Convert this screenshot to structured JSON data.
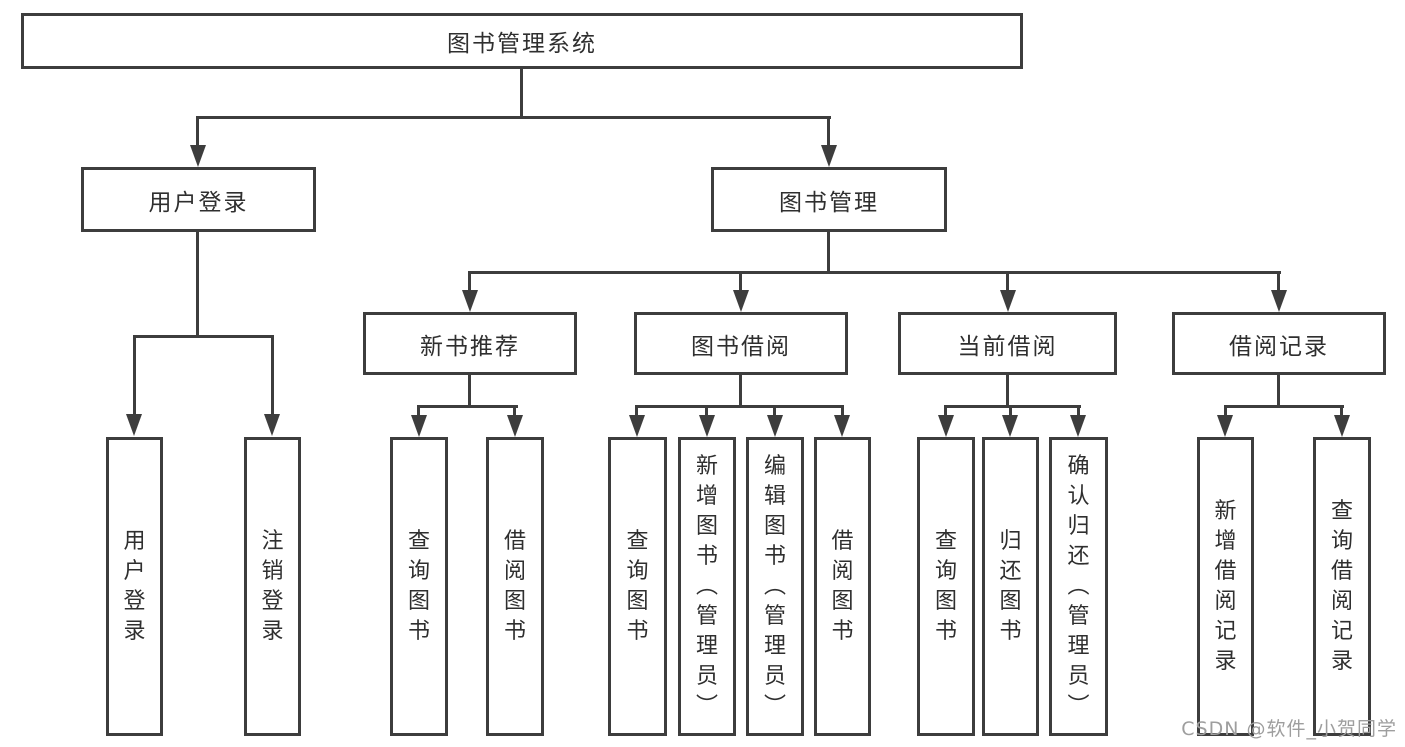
{
  "tree": {
    "root": {
      "label": "图书管理系统",
      "children": [
        {
          "label": "用户登录",
          "children": [
            {
              "label": "用户登录"
            },
            {
              "label": "注销登录"
            }
          ]
        },
        {
          "label": "图书管理",
          "children": [
            {
              "label": "新书推荐",
              "children": [
                {
                  "label": "查询图书"
                },
                {
                  "label": "借阅图书"
                }
              ]
            },
            {
              "label": "图书借阅",
              "children": [
                {
                  "label": "查询图书"
                },
                {
                  "label": "新增图书（管理员）"
                },
                {
                  "label": "编辑图书（管理员）"
                },
                {
                  "label": "借阅图书"
                }
              ]
            },
            {
              "label": "当前借阅",
              "children": [
                {
                  "label": "查询图书"
                },
                {
                  "label": "归还图书"
                },
                {
                  "label": "确认归还（管理员）"
                }
              ]
            },
            {
              "label": "借阅记录",
              "children": [
                {
                  "label": "新增借阅记录"
                },
                {
                  "label": "查询借阅记录"
                }
              ]
            }
          ]
        }
      ]
    }
  },
  "watermark": {
    "text": "CSDN @软件_小贺同学"
  },
  "colors": {
    "line": "#3d3d3d",
    "text": "#2f2f2f",
    "background": "#ffffff",
    "watermark": "#9e9e9e"
  }
}
